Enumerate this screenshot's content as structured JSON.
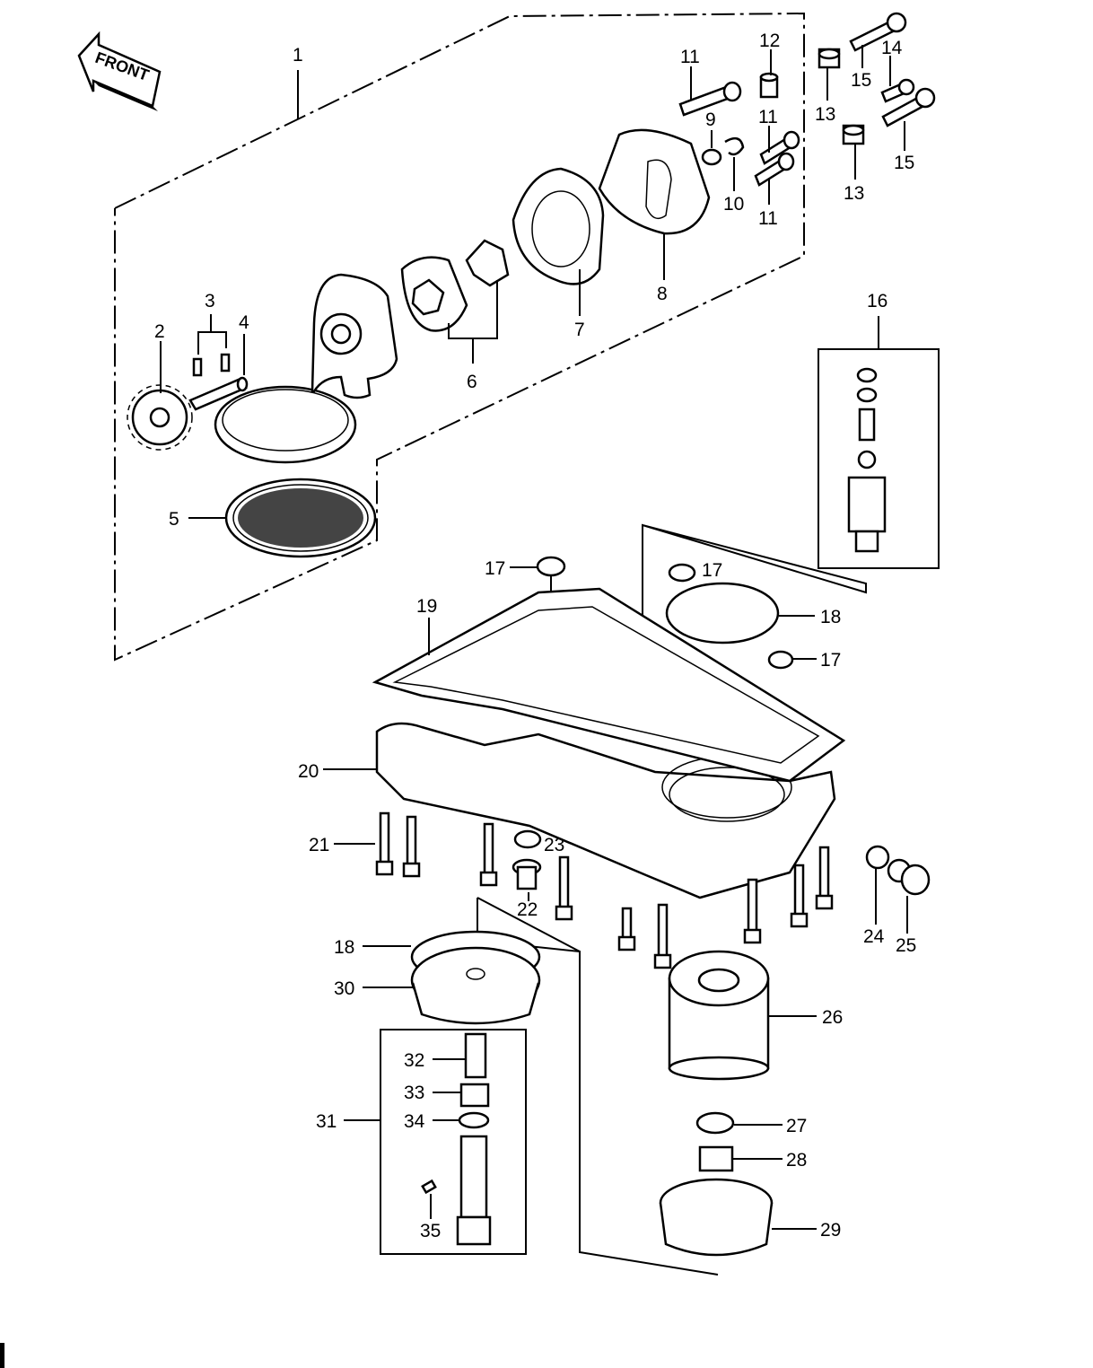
{
  "front_badge": "FRONT",
  "labels": [
    "1",
    "2",
    "3",
    "4",
    "5",
    "6",
    "7",
    "8",
    "9",
    "10",
    "11",
    "11",
    "11",
    "12",
    "13",
    "13",
    "14",
    "15",
    "15",
    "16",
    "17",
    "17",
    "17",
    "18",
    "18",
    "19",
    "20",
    "21",
    "22",
    "23",
    "24",
    "25",
    "26",
    "27",
    "28",
    "29",
    "30",
    "31",
    "32",
    "33",
    "34",
    "35"
  ]
}
